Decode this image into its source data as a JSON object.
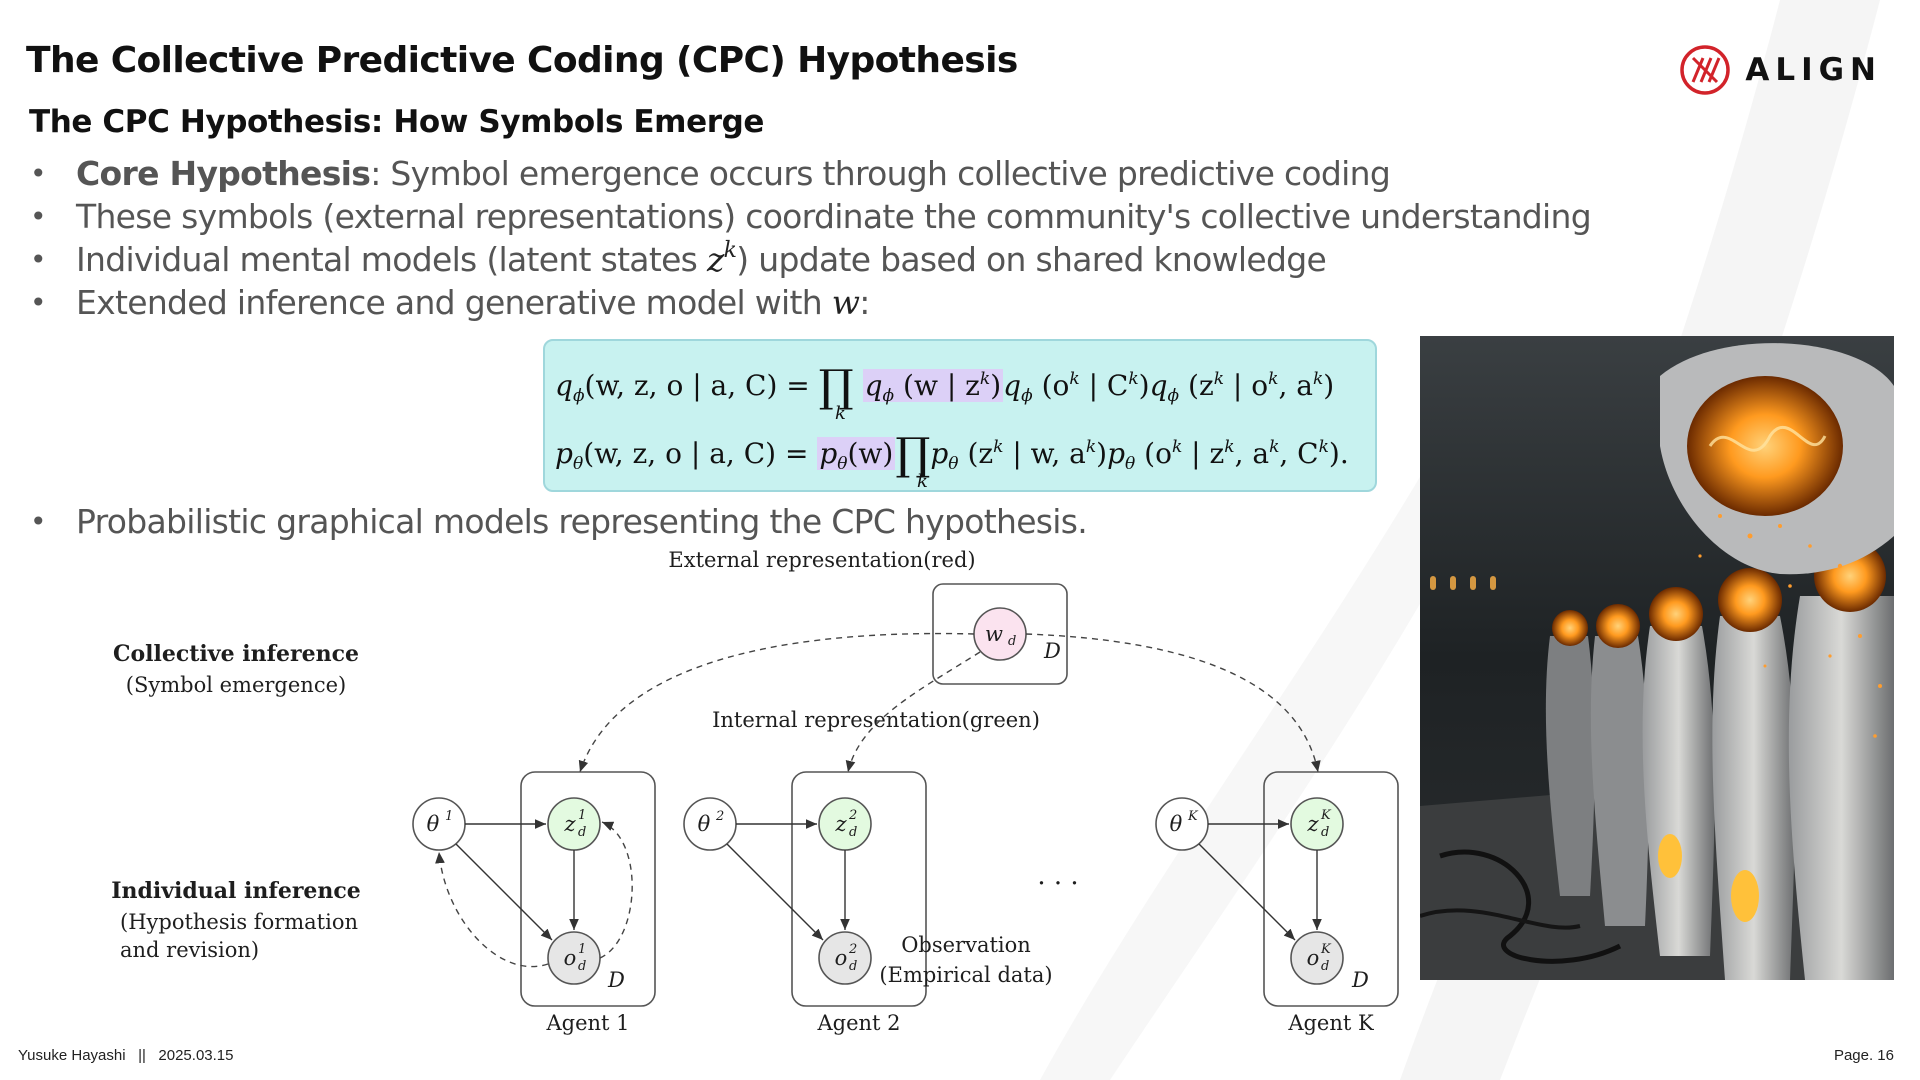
{
  "slide": {
    "title": "The Collective Predictive Coding (CPC) Hypothesis",
    "subtitle": "The CPC Hypothesis: How Symbols Emerge",
    "logo_text": "ALIGN",
    "bullets": {
      "b1_bold": "Core Hypothesis",
      "b1_rest": ": Symbol emergence occurs through collective predictive coding",
      "b2": "These symbols (external representations) coordinate the community's collective understanding",
      "b3_pre": "Individual mental models (latent states ",
      "b3_var": "z",
      "b3_sup": "k",
      "b3_post": ") update based on shared knowledge",
      "b4_pre": "Extended inference and generative model with ",
      "b4_var": "w",
      "b4_post": ":",
      "b5": "Probabilistic graphical models representing the CPC hypothesis."
    },
    "equation": {
      "q_lhs": "q",
      "phi": "ϕ",
      "args": "(w, z, o | a, C) = ",
      "prod": "∏",
      "k": "k",
      "q_term1": "q",
      "q_term1_args": " (w | z",
      "q_term2": "q",
      "q_term2_args": " (o",
      "q_term2_mid": " | C",
      "q_term3": "q",
      "q_term3_args": " (z",
      "q_term3_mid": " | o",
      "q_term3_end": ", a",
      "p_lhs": "p",
      "theta": "θ",
      "p_prior": "p",
      "p_prior_args": "(w)",
      "p_term1": "p",
      "p_term1_args": " (z",
      "p_term1_mid": " | w, a",
      "p_term2": "p",
      "p_term2_args": " (o",
      "p_term2_mid": " | z",
      "p_term2_mid2": ", a",
      "p_term2_end": ", C",
      "p_close": ")."
    },
    "diagram": {
      "external_label": "External representation(red)",
      "internal_label": "Internal representation(green)",
      "collective_title": "Collective inference",
      "collective_sub": "(Symbol emergence)",
      "individual_title": "Individual inference",
      "individual_sub1": "(Hypothesis formation",
      "individual_sub2": "and revision)",
      "observation_1": "Observation",
      "observation_2": "(Empirical data)",
      "w_node": "w",
      "w_sub": "d",
      "plate_label": "D",
      "ellipsis": "· · ·",
      "agents": [
        {
          "name": "Agent 1",
          "theta_sup": "1",
          "z_sup": "1",
          "o_sup": "1"
        },
        {
          "name": "Agent 2",
          "theta_sup": "2",
          "z_sup": "2",
          "o_sup": "2"
        },
        {
          "name": "Agent K",
          "theta_sup": "K",
          "z_sup": "K",
          "o_sup": "K"
        }
      ]
    },
    "footer": {
      "author": "Yusuke Hayashi",
      "separator": "||",
      "date": "2025.03.15",
      "page": "Page. 16"
    },
    "colors": {
      "eq_box_bg": "#c8f2f0",
      "eq_highlight": "#dcd0f7",
      "z_node_fill": "#e3fae0",
      "w_node_fill": "#fbe3ef",
      "o_node_fill": "#e6e6e6",
      "logo_red": "#d2232a"
    },
    "illustration": "robots-with-glowing-brains-image"
  }
}
